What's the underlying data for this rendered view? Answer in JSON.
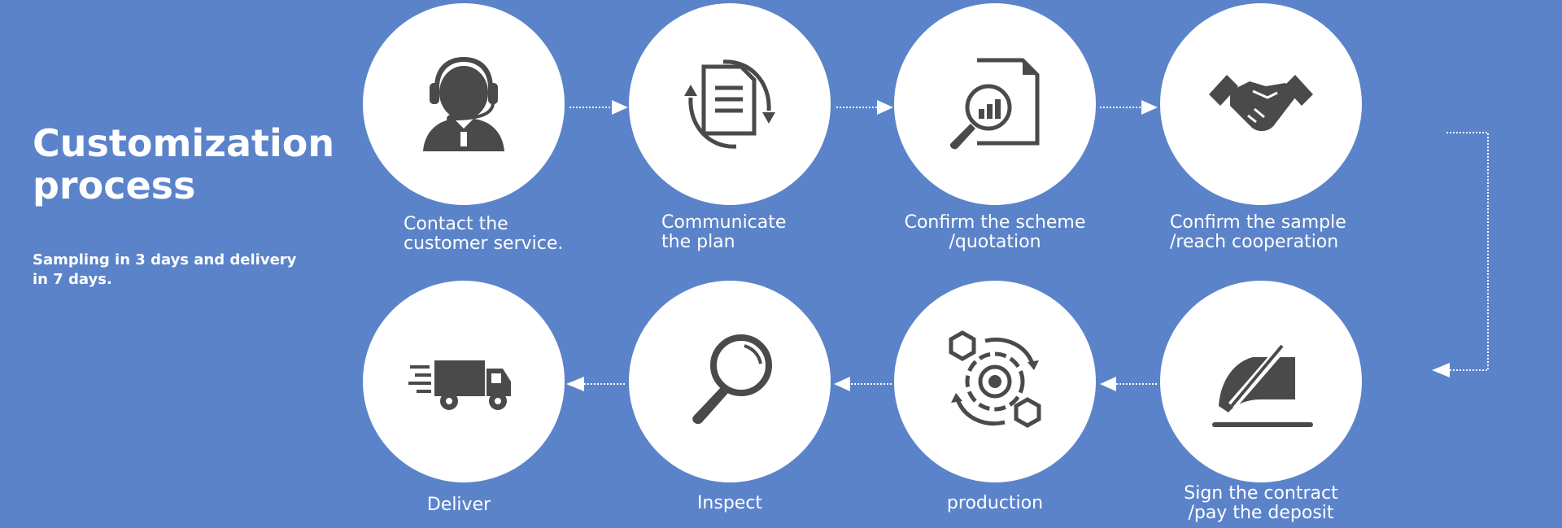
{
  "title": "Customization\nprocess",
  "subtitle": "Sampling in 3 days and delivery\nin 7 days.",
  "steps": [
    {
      "label": "Contact the\ncustomer service.",
      "icon": "headset-agent-icon"
    },
    {
      "label": "Communicate\nthe plan",
      "icon": "document-cycle-icon"
    },
    {
      "label": "Confirm the scheme\n/quotation",
      "icon": "document-magnifier-chart-icon"
    },
    {
      "label": "Confirm the sample\n/reach cooperation",
      "icon": "handshake-icon"
    },
    {
      "label": "Sign the contract\n/pay the deposit",
      "icon": "signing-hand-pen-icon"
    },
    {
      "label": "production",
      "icon": "gear-boxes-icon"
    },
    {
      "label": "Inspect",
      "icon": "magnifying-glass-icon"
    },
    {
      "label": "Deliver",
      "icon": "delivery-truck-icon"
    }
  ],
  "colors": {
    "background": "#5b83c9",
    "icon": "#4a4a4a",
    "circle": "#ffffff"
  }
}
